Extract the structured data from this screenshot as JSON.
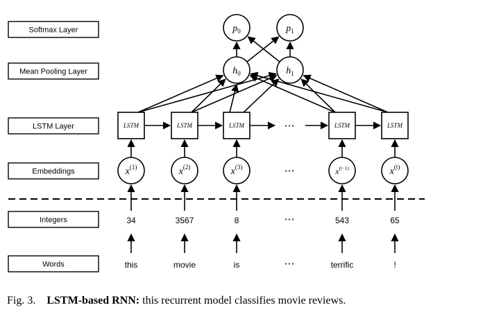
{
  "layers": {
    "softmax": "Softmax Layer",
    "mean_pooling": "Mean Pooling Layer",
    "lstm": "LSTM Layer",
    "embeddings": "Embeddings",
    "integers": "Integers",
    "words": "Words"
  },
  "lstm_cell_label": "LSTM",
  "ellipsis": "⋯",
  "outputs": [
    {
      "base": "p",
      "sub": "0"
    },
    {
      "base": "p",
      "sub": "1"
    }
  ],
  "pooled": [
    {
      "base": "h",
      "sub": "0"
    },
    {
      "base": "h",
      "sub": "1"
    }
  ],
  "embeddings": [
    {
      "base": "x",
      "sup": "(1)"
    },
    {
      "base": "x",
      "sup": "(2)"
    },
    {
      "base": "x",
      "sup": "(3)"
    },
    {
      "base": "x",
      "sup": "(t−1)"
    },
    {
      "base": "x",
      "sup": "(t)"
    }
  ],
  "integers": [
    "34",
    "3567",
    "8",
    "543",
    "65"
  ],
  "words": [
    "this",
    "movie",
    "is",
    "terrific",
    "!"
  ],
  "caption": {
    "prefix": "Fig. 3.",
    "bold": "LSTM-based RNN:",
    "text": " this recurrent model classifies movie reviews."
  }
}
